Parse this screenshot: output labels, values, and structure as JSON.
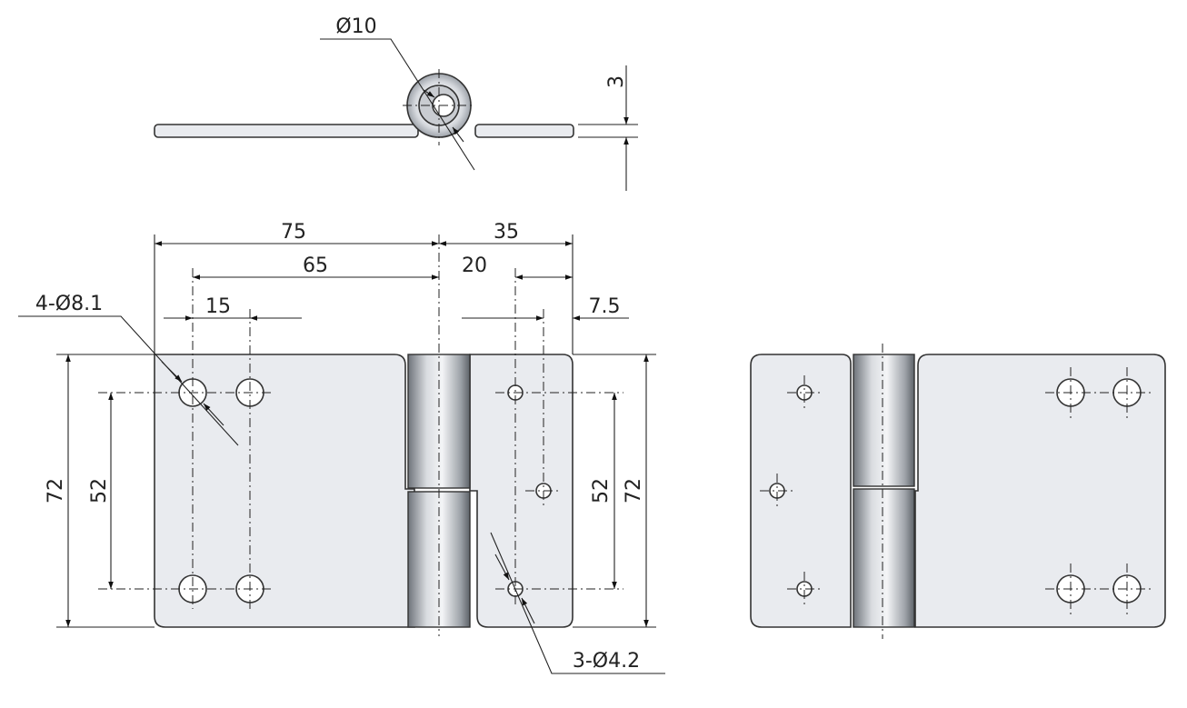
{
  "dimensions": {
    "pin_diameter": "Ø10",
    "thickness": "3",
    "width_left": "75",
    "width_right": "35",
    "hole_span_left": "65",
    "hole_offset_right": "20",
    "hole_pitch": "15",
    "edge_offset": "7.5",
    "hole_callout_large": "4-Ø8.1",
    "hole_callout_small": "3-Ø4.2",
    "height_left": "72",
    "hole_vertical_left": "52",
    "hole_vertical_right": "52",
    "height_right": "72"
  },
  "colors": {
    "leaf_fill": "#e9ebef",
    "line": "#222222"
  }
}
